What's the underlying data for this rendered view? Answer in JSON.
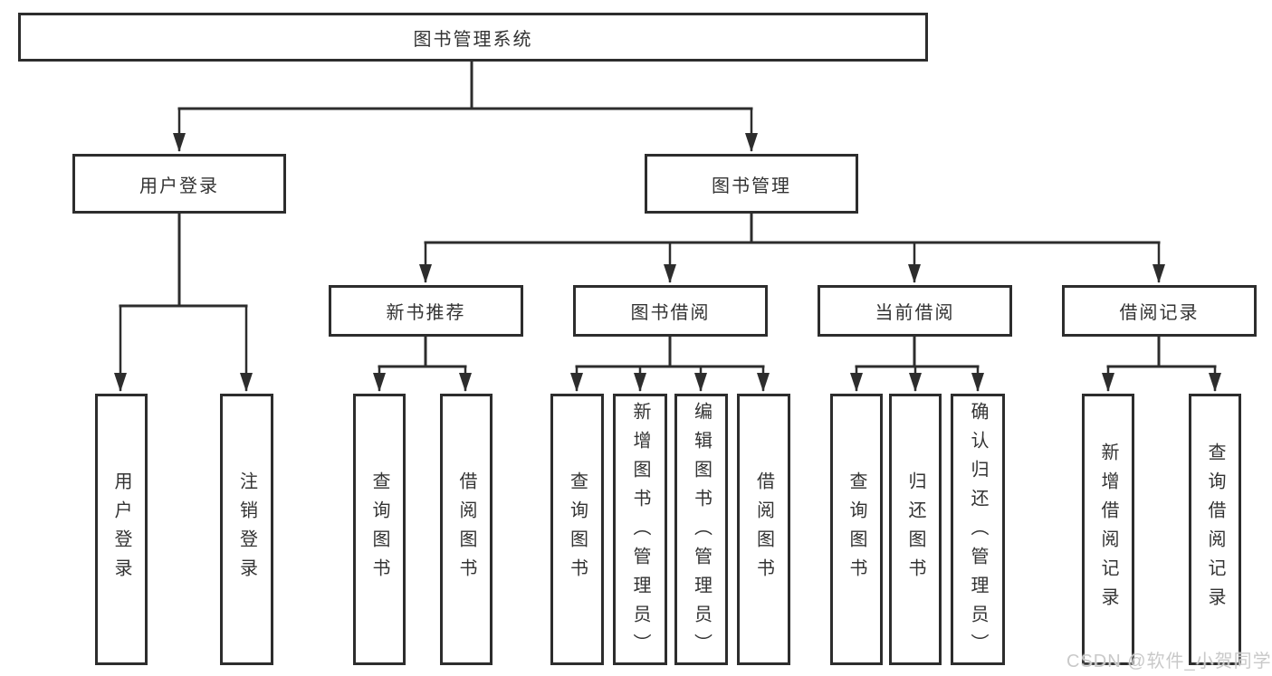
{
  "diagram": {
    "root": "图书管理系统",
    "level2": {
      "login": "用户登录",
      "management": "图书管理"
    },
    "level3": {
      "new_books": "新书推荐",
      "borrowing": "图书借阅",
      "current_borrow": "当前借阅",
      "borrow_records": "借阅记录"
    },
    "leaves": {
      "login": [
        "用户登录",
        "注销登录"
      ],
      "new_books": [
        "查询图书",
        "借阅图书"
      ],
      "borrowing": [
        "查询图书",
        "新增图书（管理员）",
        "编辑图书（管理员）",
        "借阅图书"
      ],
      "current_borrow": [
        "查询图书",
        "归还图书",
        "确认归还（管理员）"
      ],
      "borrow_records": [
        "新增借阅记录",
        "查询借阅记录"
      ]
    },
    "watermark": "CSDN @软件_小贺同学",
    "colors": {
      "line": "#2d2d2d",
      "border": "#2d2d2d",
      "text": "#333333",
      "watermark": "#c9c9c9",
      "background": "#ffffff"
    }
  }
}
